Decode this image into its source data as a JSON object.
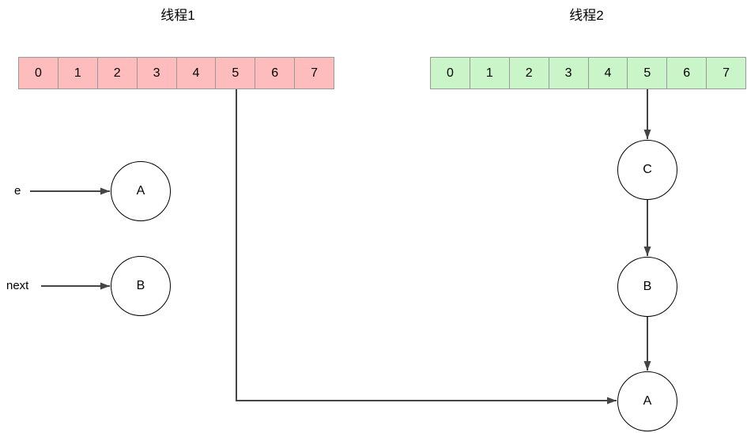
{
  "titles": {
    "thread1": "线程1",
    "thread2": "线程2"
  },
  "arrays": {
    "thread1": {
      "cells": [
        "0",
        "1",
        "2",
        "3",
        "4",
        "5",
        "6",
        "7"
      ]
    },
    "thread2": {
      "cells": [
        "0",
        "1",
        "2",
        "3",
        "4",
        "5",
        "6",
        "7"
      ]
    }
  },
  "pointer_labels": {
    "e": "e",
    "next": "next"
  },
  "nodes": {
    "left": {
      "a": "A",
      "b": "B"
    },
    "right": {
      "c": "C",
      "b": "B",
      "a": "A"
    }
  },
  "colors": {
    "thread1-fill": "#ffbcbc",
    "thread2-fill": "#c9f5c9",
    "cell-border": "#999999",
    "connector": "#454545",
    "node-border": "#000000",
    "text": "#000000",
    "canvas-bg": "#ffffff"
  }
}
